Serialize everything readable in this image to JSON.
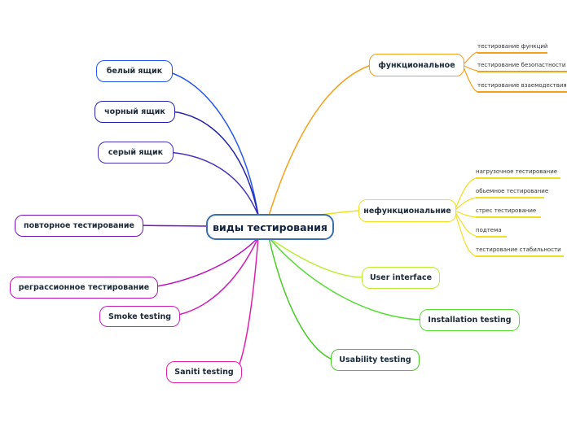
{
  "central": {
    "label": "виды тестирования"
  },
  "branches": {
    "white_box": "белый ящик",
    "black_box": "чорный ящик",
    "grey_box": "серый ящик",
    "retest": "повторное тестирование",
    "regression": "реграссионное тестирование",
    "smoke": "Smoke testing",
    "sanity": "Saniti testing",
    "functional": "функциональное",
    "nonfunctional": "нефункциональние",
    "ui": "User interface",
    "installation": "Installation testing",
    "usability": "Usability testing"
  },
  "functional_leaves": [
    "тестирование функций",
    "тестирование безопастности",
    "тестирование взаемодествия"
  ],
  "nonfunctional_leaves": [
    "нагрузочное тестирование",
    "обьемное тестирование",
    "стрес тестирование",
    "подтема",
    "тестирование стабильности"
  ],
  "colors": {
    "blue": "#2255ee",
    "navy": "#2222aa",
    "indigo": "#4433bb",
    "purple": "#7711bb",
    "magenta": "#bb11bb",
    "pink": "#dd22aa",
    "orange": "#f5a01a",
    "yellow": "#f0e020",
    "lime": "#bbee33",
    "green": "#55dd33",
    "bright_green": "#44cc22",
    "center": "#3a6fa8"
  }
}
